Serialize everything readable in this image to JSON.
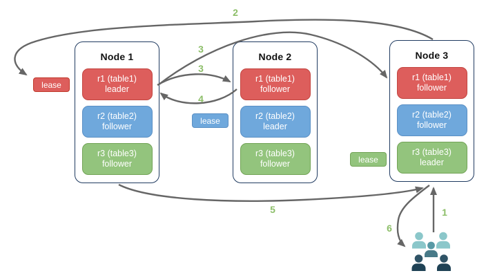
{
  "diagram": {
    "nodes": [
      {
        "title": "Node 1",
        "ranges": [
          {
            "name": "r1 (table1)",
            "role": "leader",
            "color_key": "red"
          },
          {
            "name": "r2 (table2)",
            "role": "follower",
            "color_key": "blue"
          },
          {
            "name": "r3 (table3)",
            "role": "follower",
            "color_key": "green"
          }
        ]
      },
      {
        "title": "Node 2",
        "ranges": [
          {
            "name": "r1 (table1)",
            "role": "follower",
            "color_key": "red"
          },
          {
            "name": "r2 (table2)",
            "role": "leader",
            "color_key": "blue"
          },
          {
            "name": "r3 (table3)",
            "role": "follower",
            "color_key": "green"
          }
        ]
      },
      {
        "title": "Node 3",
        "ranges": [
          {
            "name": "r1 (table1)",
            "role": "follower",
            "color_key": "red"
          },
          {
            "name": "r2 (table2)",
            "role": "follower",
            "color_key": "blue"
          },
          {
            "name": "r3 (table3)",
            "role": "leader",
            "color_key": "green"
          }
        ]
      }
    ],
    "leases": [
      {
        "label": "lease",
        "color_key": "red"
      },
      {
        "label": "lease",
        "color_key": "blue"
      },
      {
        "label": "lease",
        "color_key": "green"
      }
    ],
    "flow_labels": [
      "2",
      "3",
      "3",
      "4",
      "5",
      "6",
      "1"
    ],
    "icons": [
      {
        "name": "users-group-icon"
      }
    ],
    "colors": {
      "red_fill": "#dd5e5c",
      "red_border": "#c24540",
      "blue_fill": "#6fa8dc",
      "blue_border": "#5a8fc4",
      "green_fill": "#93c47d",
      "green_border": "#72a356",
      "arrow": "#666666",
      "step_label": "#8cbe68",
      "node_border": "#1f3a60",
      "users_light": "#8bc7ca",
      "users_mid": "#5899a5",
      "users_dark": "#1f4255"
    }
  }
}
